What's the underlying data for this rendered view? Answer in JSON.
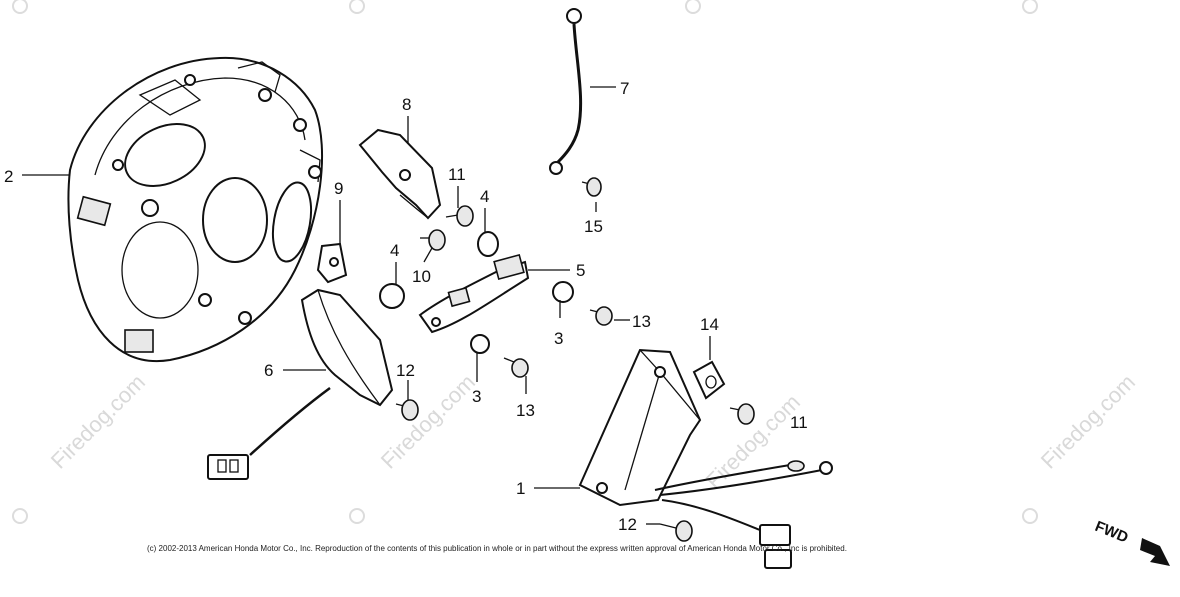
{
  "diagram": {
    "callouts": [
      {
        "id": "c1",
        "label": "1"
      },
      {
        "id": "c2",
        "label": "2"
      },
      {
        "id": "c3a",
        "label": "3"
      },
      {
        "id": "c3b",
        "label": "3"
      },
      {
        "id": "c4a",
        "label": "4"
      },
      {
        "id": "c4b",
        "label": "4"
      },
      {
        "id": "c5",
        "label": "5"
      },
      {
        "id": "c6",
        "label": "6"
      },
      {
        "id": "c7",
        "label": "7"
      },
      {
        "id": "c8",
        "label": "8"
      },
      {
        "id": "c9",
        "label": "9"
      },
      {
        "id": "c10",
        "label": "10"
      },
      {
        "id": "c11a",
        "label": "11"
      },
      {
        "id": "c11b",
        "label": "11"
      },
      {
        "id": "c12a",
        "label": "12"
      },
      {
        "id": "c12b",
        "label": "12"
      },
      {
        "id": "c13a",
        "label": "13"
      },
      {
        "id": "c13b",
        "label": "13"
      },
      {
        "id": "c14",
        "label": "14"
      },
      {
        "id": "c15",
        "label": "15"
      }
    ],
    "direction_label": "FWD",
    "watermark": "Firedog.com",
    "copyright": "(c) 2002-2013 American Honda Motor Co., Inc. Reproduction of the contents of this publication in whole or in part without the express written approval of American Honda Motor Co., Inc is prohibited."
  }
}
